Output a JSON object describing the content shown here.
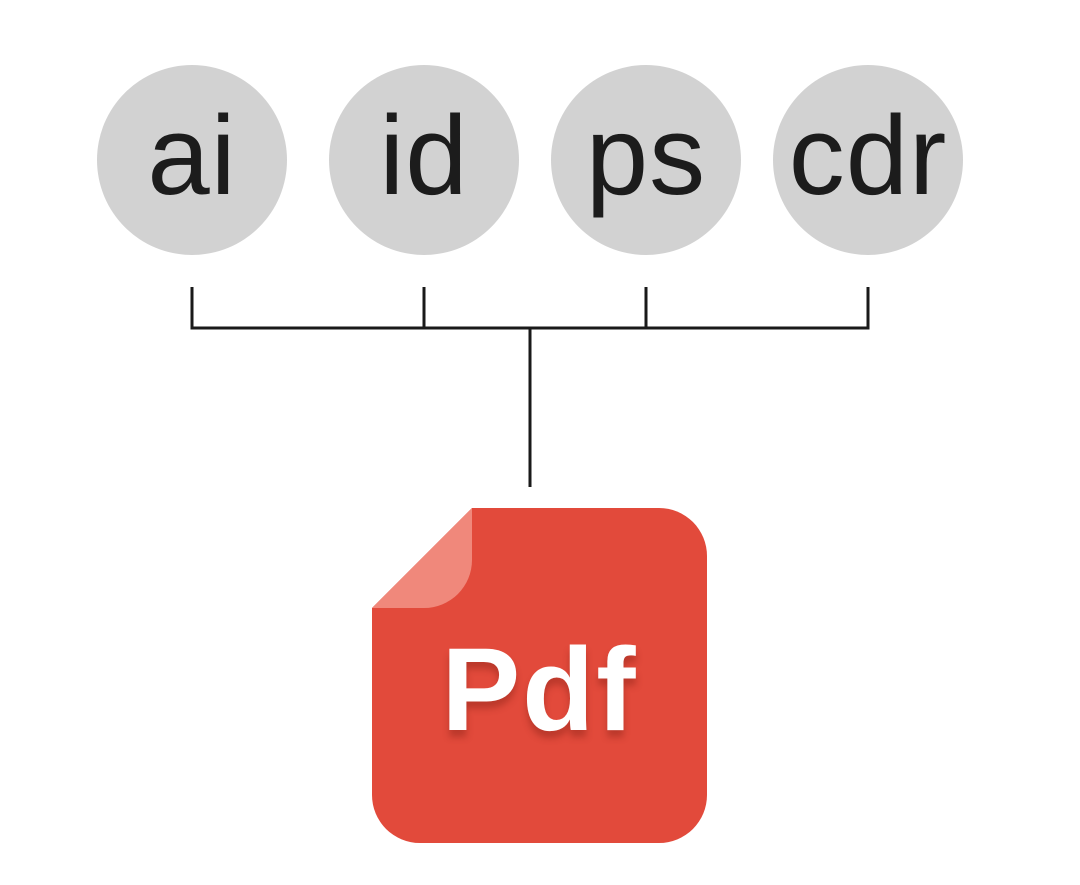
{
  "diagram": {
    "sources": [
      {
        "label": "ai"
      },
      {
        "label": "id"
      },
      {
        "label": "ps"
      },
      {
        "label": "cdr"
      }
    ],
    "target": {
      "label": "Pdf"
    },
    "colors": {
      "circle_bg": "#d2d2d2",
      "circle_text": "#1c1c1c",
      "line": "#1a1a1a",
      "pdf_bg": "#e24a3b",
      "pdf_fold": "#f0887b",
      "pdf_text": "#ffffff"
    }
  }
}
